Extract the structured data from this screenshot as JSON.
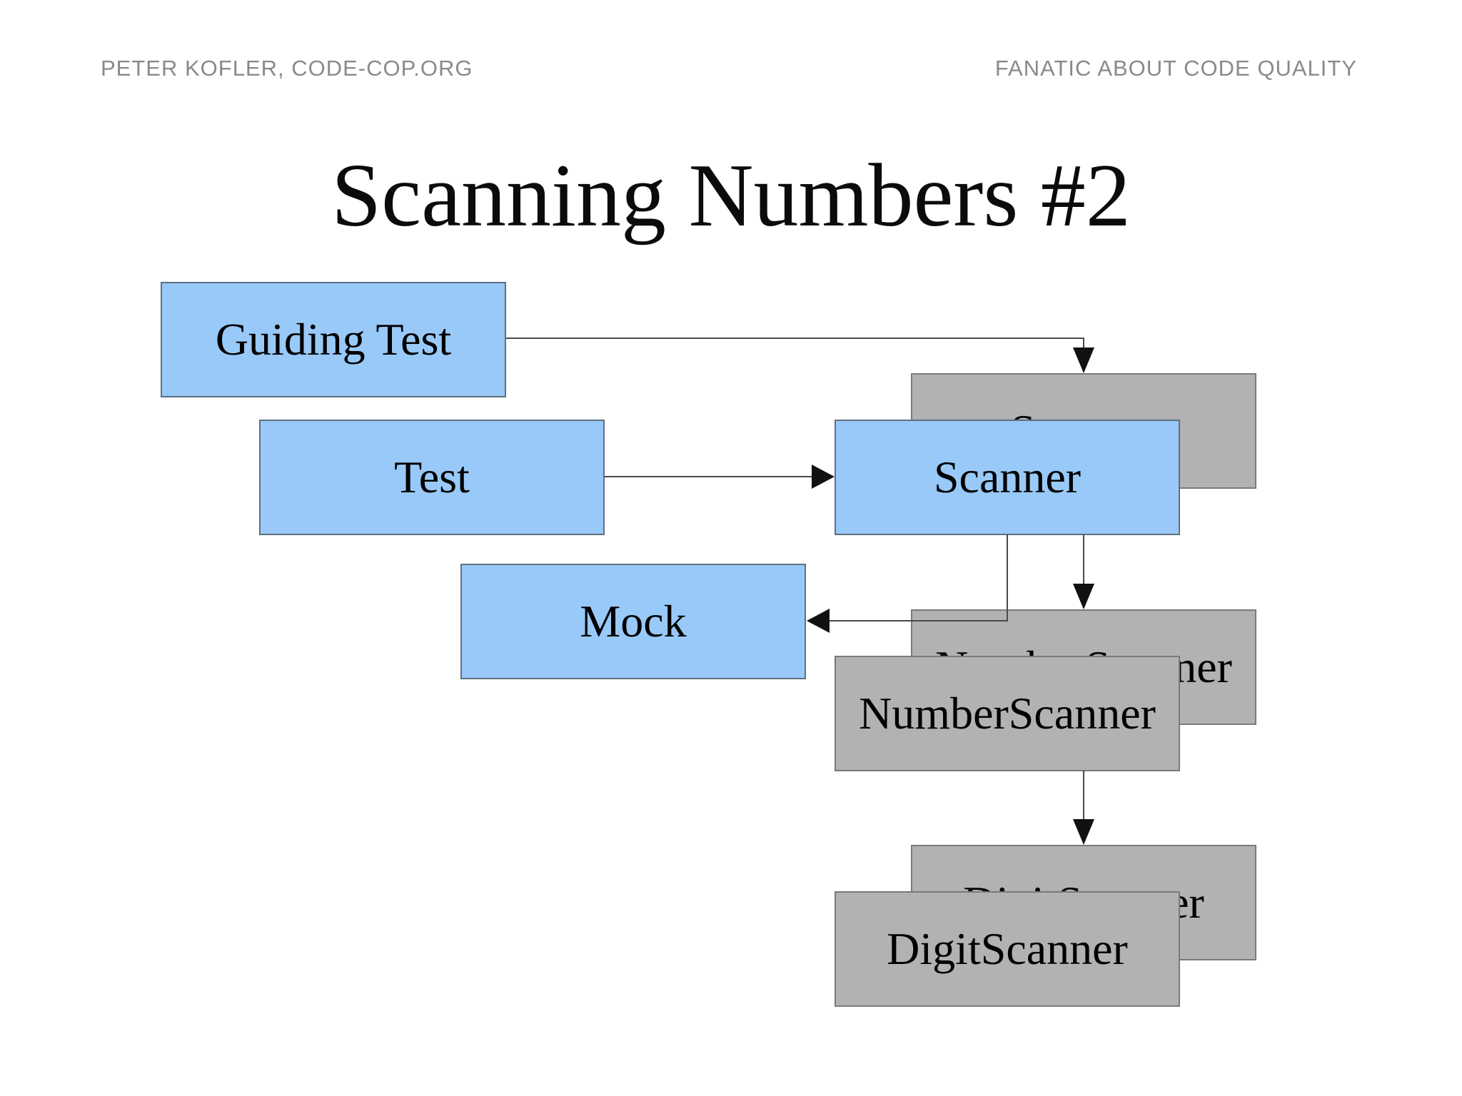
{
  "header": {
    "left": "PETER KOFLER, CODE-COP.ORG",
    "right": "FANATIC ABOUT CODE QUALITY",
    "color": "#8a8a8a"
  },
  "title": {
    "text": "Scanning Numbers #2",
    "color": "#0b0b0b"
  },
  "colors": {
    "background": "#ffffff",
    "blue_fill": "#99c9f8",
    "blue_border": "#5f7080",
    "gray_fill": "#b2b2b2",
    "gray_border": "#7a7a7a",
    "line": "#4a4a4a",
    "arrow": "#111111"
  },
  "nodes": {
    "guiding_test": {
      "label": "Guiding Test",
      "type": "test-blue"
    },
    "test": {
      "label": "Test",
      "type": "test-blue"
    },
    "mock": {
      "label": "Mock",
      "type": "test-blue"
    },
    "scanner": {
      "label": "Scanner",
      "type": "class",
      "copies": 2,
      "front_style": "blue"
    },
    "number_scanner": {
      "label": "NumberScanner",
      "type": "class",
      "copies": 2,
      "front_style": "gray"
    },
    "digit_scanner": {
      "label": "DigitScanner",
      "type": "class",
      "copies": 2,
      "front_style": "gray"
    }
  },
  "edges": [
    {
      "from": "guiding_test",
      "to": "scanner",
      "style": "elbow-down-arrow"
    },
    {
      "from": "test",
      "to": "scanner",
      "style": "straight-right-arrow"
    },
    {
      "from": "scanner",
      "to": "mock",
      "style": "elbow-left-arrow"
    },
    {
      "from": "scanner",
      "to": "number_scanner",
      "style": "straight-down-arrow"
    },
    {
      "from": "number_scanner",
      "to": "digit_scanner",
      "style": "straight-down-arrow"
    }
  ]
}
